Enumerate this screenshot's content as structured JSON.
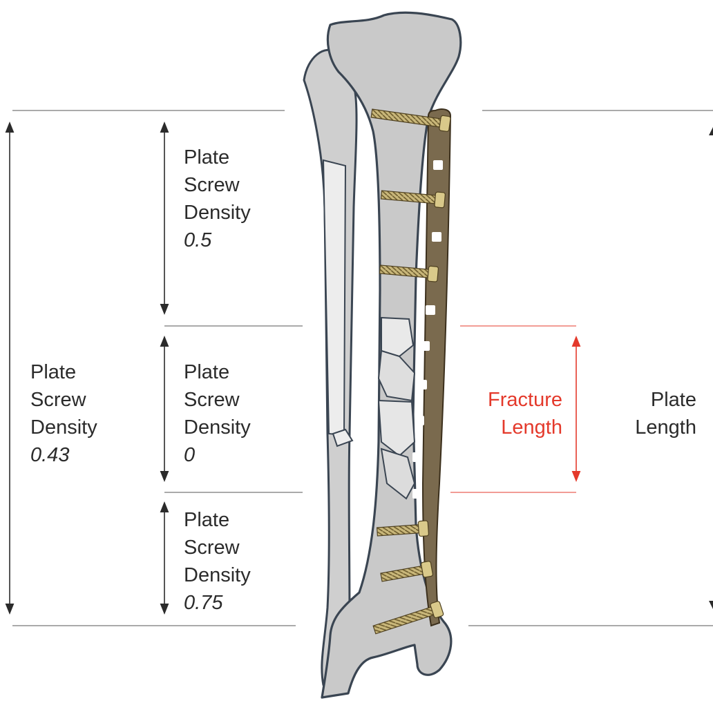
{
  "labels": {
    "segment_top": {
      "line1": "Plate",
      "line2": "Screw",
      "line3": "Density",
      "value": "0.5"
    },
    "segment_middle": {
      "line1": "Plate",
      "line2": "Screw",
      "line3": "Density",
      "value": "0"
    },
    "segment_bottom": {
      "line1": "Plate",
      "line2": "Screw",
      "line3": "Density",
      "value": "0.75"
    },
    "overall": {
      "line1": "Plate",
      "line2": "Screw",
      "line3": "Density",
      "value": "0.43"
    },
    "fracture": {
      "line1": "Fracture",
      "line2": "Length"
    },
    "plate_length": {
      "line1": "Plate",
      "line2": "Length"
    }
  },
  "colors": {
    "text": "#2b2b2b",
    "fracture_accent": "#e4392b",
    "bone_fill": "#c9c9c9",
    "bone_outline": "#3a4552",
    "plate": "#7a6a4e",
    "screw": "#b5a36a"
  },
  "icons": [
    "up-down-arrow-icon",
    "bone-with-plate-illustration"
  ]
}
